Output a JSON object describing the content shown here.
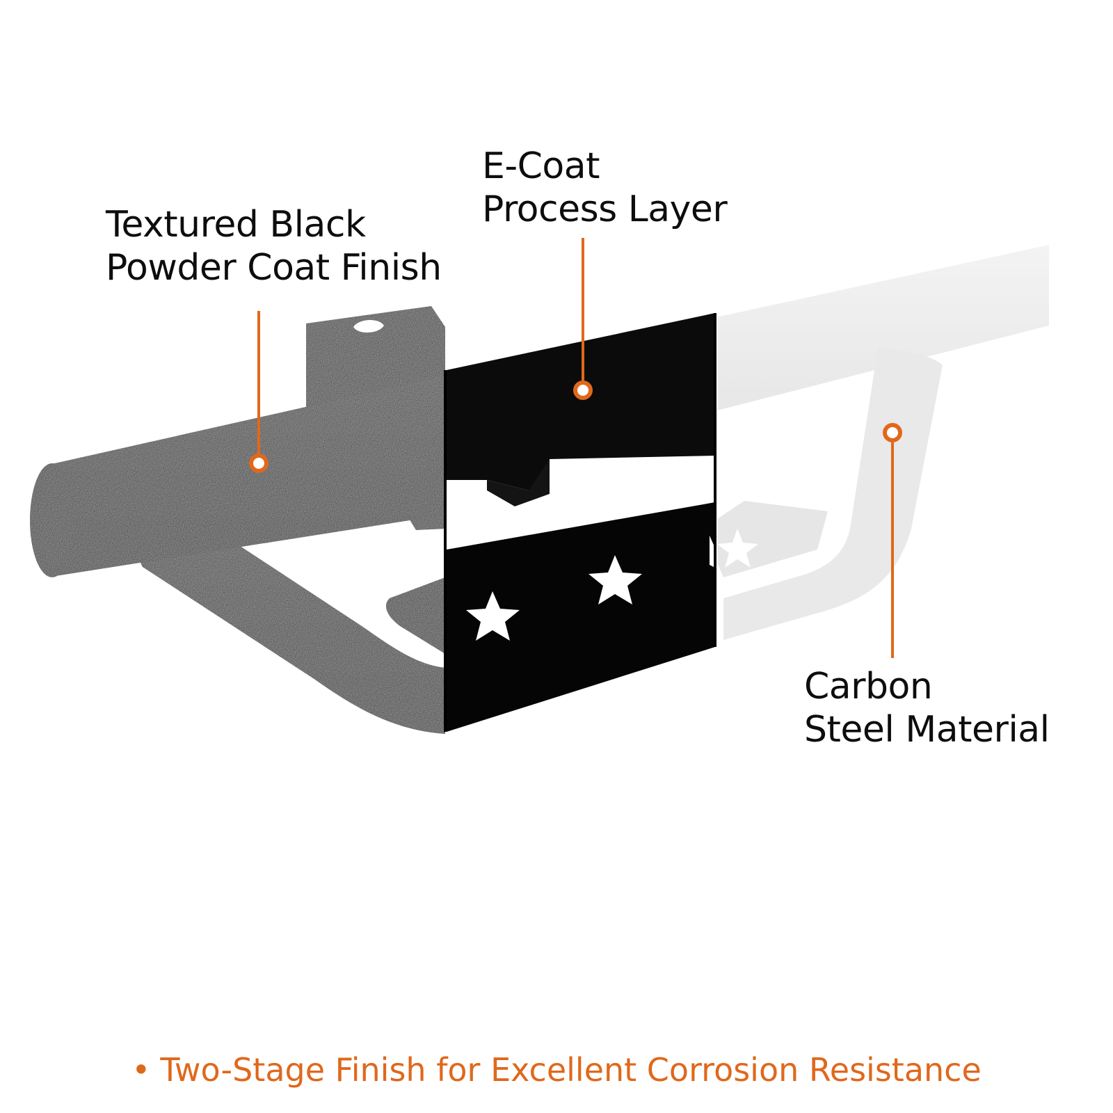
{
  "callouts": {
    "powder_coat": {
      "line1": "Textured Black",
      "line2": "Powder Coat Finish"
    },
    "ecoat": {
      "line1": "E-Coat",
      "line2": "Process Layer"
    },
    "carbon_steel": {
      "line1": "Carbon",
      "line2": "Steel Material"
    }
  },
  "tagline": {
    "bullet": "•",
    "text": "Two-Stage Finish for Excellent Corrosion Resistance"
  },
  "colors": {
    "accent": "#e0681c",
    "coating_black": "#151515",
    "bare_steel": "#ececec",
    "text": "#0d0d0d"
  }
}
